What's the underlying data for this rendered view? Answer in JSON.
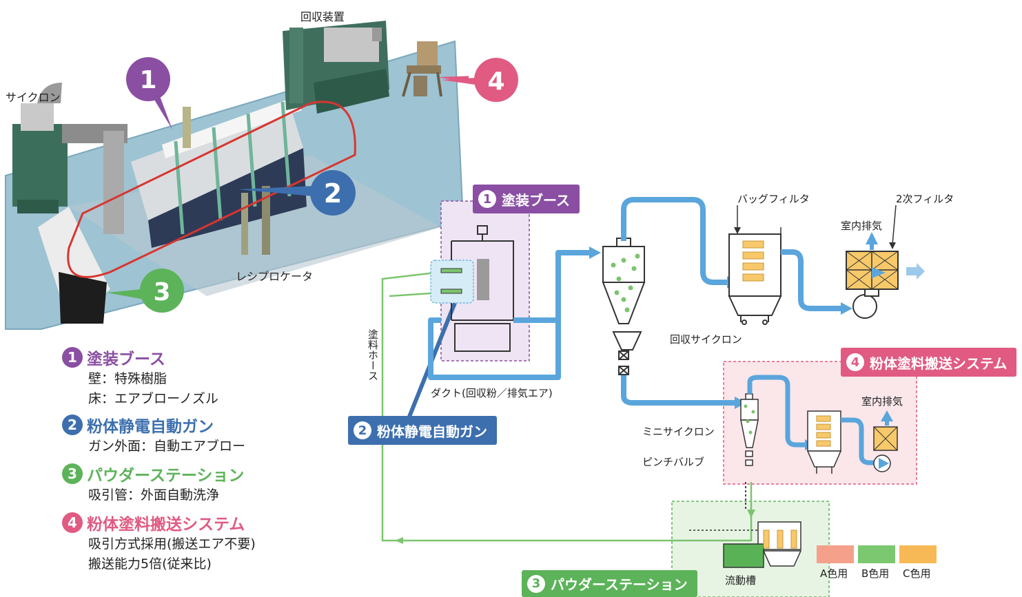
{
  "colors": {
    "purple": "#8a4fa3",
    "blue": "#3d6fae",
    "green": "#5db35a",
    "pink": "#e05a82",
    "flow_blue": "#5aa5dc",
    "flow_green": "#7cc46f"
  },
  "illustration": {
    "cyclone_label": "サイクロン",
    "recovery_label": "回収装置",
    "reciprocator_label": "レシプロケータ",
    "callouts": [
      "1",
      "2",
      "3",
      "4"
    ]
  },
  "legend": [
    {
      "num": "1",
      "title": "塗装ブース",
      "lines": [
        "壁：特殊樹脂",
        "床：エアブローノズル"
      ]
    },
    {
      "num": "2",
      "title": "粉体静電自動ガン",
      "lines": [
        "ガン外面：自動エアブロー"
      ]
    },
    {
      "num": "3",
      "title": "パウダーステーション",
      "lines": [
        "吸引管：外面自動洗浄"
      ]
    },
    {
      "num": "4",
      "title": "粉体塗料搬送システム",
      "lines": [
        "吸引方式採用(搬送エア不要)",
        "搬送能力5倍(従来比)"
      ]
    }
  ],
  "diagram": {
    "booth_badge": {
      "num": "1",
      "text": "塗装ブース"
    },
    "gun_badge": {
      "num": "2",
      "text": "粉体静電自動ガン"
    },
    "station_badge": {
      "num": "3",
      "text": "パウダーステーション"
    },
    "transport_badge": {
      "num": "4",
      "text": "粉体塗料搬送システム"
    },
    "paint_hose": "塗料ホース",
    "duct": "ダクト(回収粉／排気エア)",
    "recovery_cyclone": "回収サイクロン",
    "bag_filter": "バッグフィルタ",
    "secondary_filter": "2次フィルタ",
    "indoor_exhaust_1": "室内排気",
    "indoor_exhaust_2": "室内排気",
    "mini_cyclone": "ミニサイクロン",
    "pinch_valve": "ピンチバルブ",
    "fluid_tank": "流動槽",
    "color_swatches": [
      {
        "label": "A色用",
        "color": "#f4a08a"
      },
      {
        "label": "B色用",
        "color": "#7cc870"
      },
      {
        "label": "C色用",
        "color": "#f7b955"
      }
    ]
  }
}
